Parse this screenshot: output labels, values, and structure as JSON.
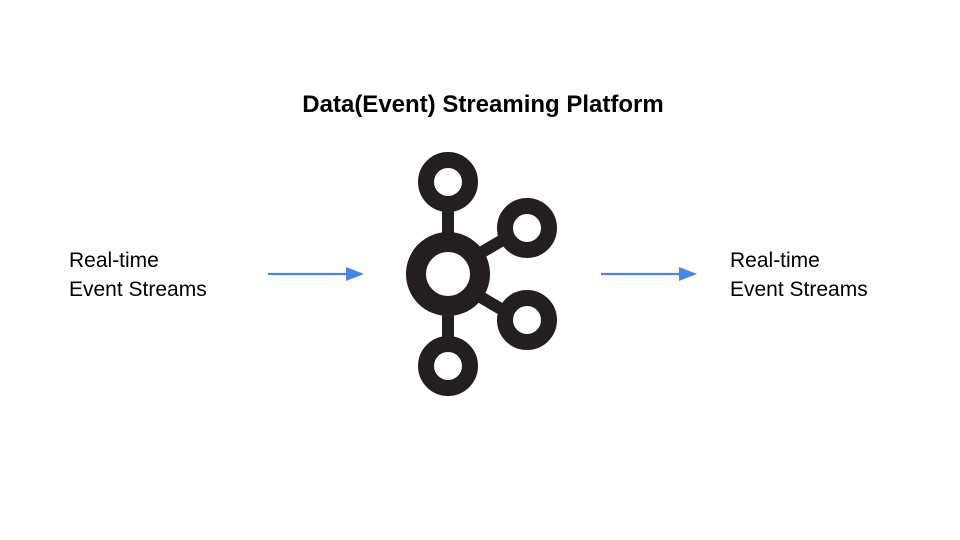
{
  "diagram": {
    "title": "Data(Event) Streaming Platform",
    "input": {
      "line1": "Real-time",
      "line2": "Event Streams"
    },
    "output": {
      "line1": "Real-time",
      "line2": "Event Streams"
    },
    "arrow_color": "#4a86e8",
    "logo_color": "#231f20",
    "logo_icon": "kafka-logo-icon"
  }
}
